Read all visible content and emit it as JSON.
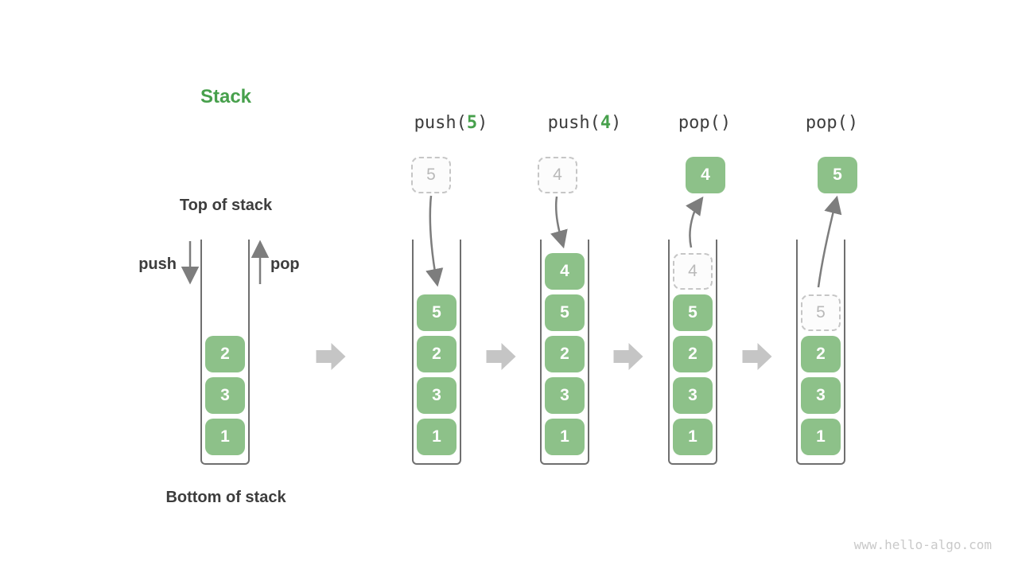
{
  "title": "Stack",
  "labels": {
    "top_of_stack": "Top of stack",
    "bottom_of_stack": "Bottom of stack",
    "push": "push",
    "pop": "pop"
  },
  "operations": [
    {
      "before": "push(",
      "arg": "5",
      "after": ")"
    },
    {
      "before": "push(",
      "arg": "4",
      "after": ")"
    },
    {
      "before": "pop(",
      "arg": "",
      "after": ")"
    },
    {
      "before": "pop(",
      "arg": "",
      "after": ")"
    }
  ],
  "float_boxes": [
    {
      "value": "5",
      "ghost": true
    },
    {
      "value": "4",
      "ghost": true
    },
    {
      "value": "4",
      "ghost": false
    },
    {
      "value": "5",
      "ghost": false
    }
  ],
  "stacks": [
    {
      "name": "initial",
      "cells": [
        {
          "slot": 3,
          "value": "2"
        },
        {
          "slot": 2,
          "value": "3"
        },
        {
          "slot": 1,
          "value": "1"
        }
      ]
    },
    {
      "name": "after-push-5",
      "cells": [
        {
          "slot": 4,
          "value": "5"
        },
        {
          "slot": 3,
          "value": "2"
        },
        {
          "slot": 2,
          "value": "3"
        },
        {
          "slot": 1,
          "value": "1"
        }
      ]
    },
    {
      "name": "after-push-4",
      "cells": [
        {
          "slot": 5,
          "value": "4"
        },
        {
          "slot": 4,
          "value": "5"
        },
        {
          "slot": 3,
          "value": "2"
        },
        {
          "slot": 2,
          "value": "3"
        },
        {
          "slot": 1,
          "value": "1"
        }
      ]
    },
    {
      "name": "after-pop-4",
      "cells": [
        {
          "slot": 5,
          "value": "4",
          "ghost": true
        },
        {
          "slot": 4,
          "value": "5"
        },
        {
          "slot": 3,
          "value": "2"
        },
        {
          "slot": 2,
          "value": "3"
        },
        {
          "slot": 1,
          "value": "1"
        }
      ]
    },
    {
      "name": "after-pop-5",
      "cells": [
        {
          "slot": 4,
          "value": "5",
          "ghost": true
        },
        {
          "slot": 3,
          "value": "2"
        },
        {
          "slot": 2,
          "value": "3"
        },
        {
          "slot": 1,
          "value": "1"
        }
      ]
    }
  ],
  "watermark": "www.hello-algo.com",
  "colors": {
    "accent_green": "#47a04c",
    "box_green": "#8dc189",
    "text_dark": "#3d3d3d",
    "arrow_gray": "#7d7d7d",
    "block_arrow_gray": "#c5c5c5",
    "ghost_border": "#c6c6c6",
    "ghost_text": "#b9b9b9",
    "wall_gray": "#6f6f6f",
    "watermark_gray": "#c9c9c9"
  }
}
